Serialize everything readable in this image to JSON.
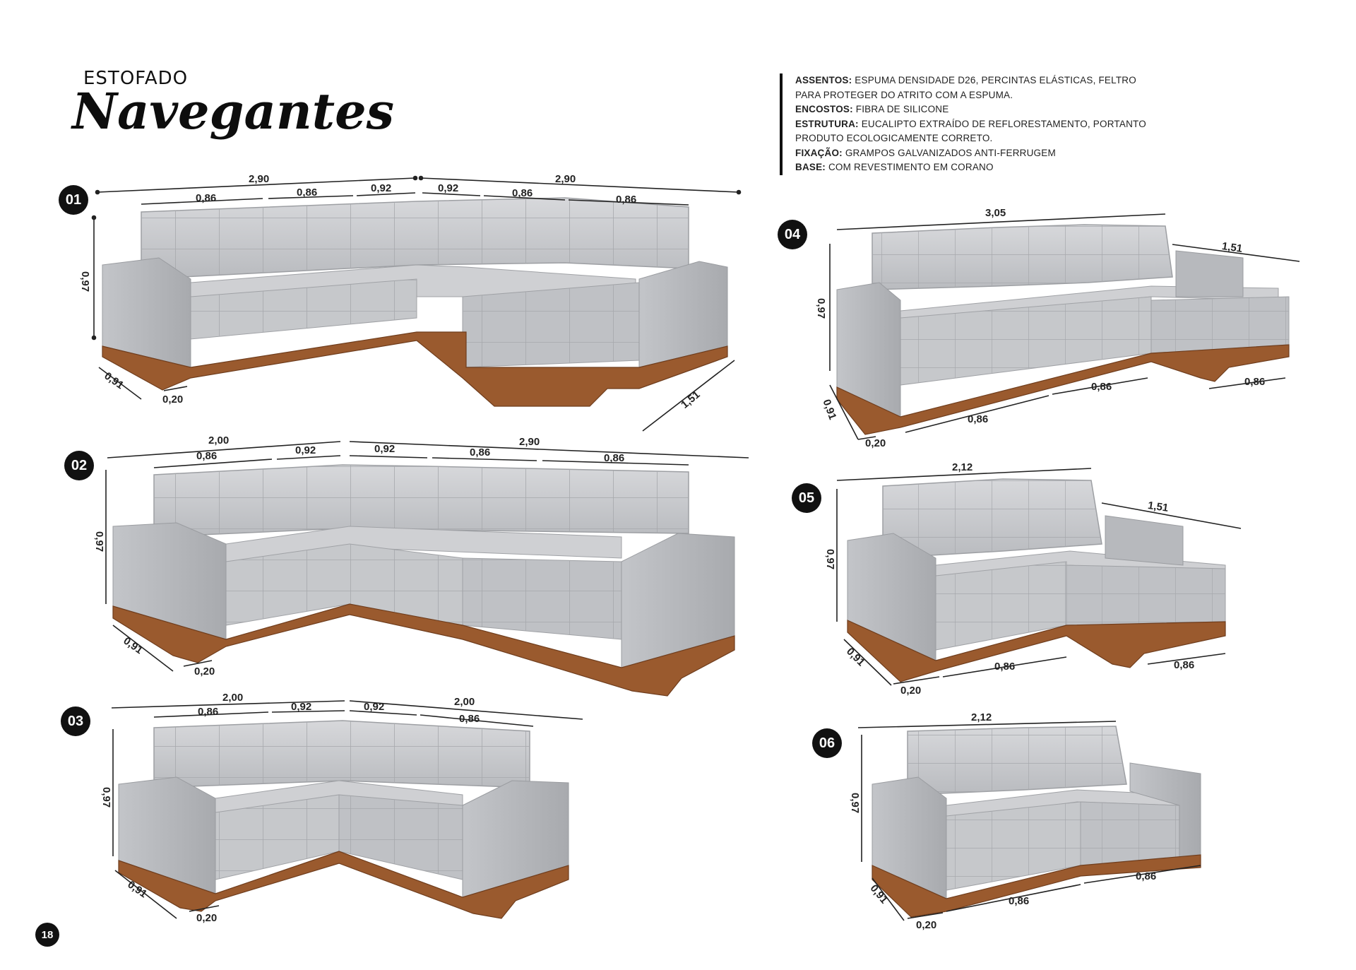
{
  "header": {
    "kicker": "ESTOFADO",
    "title": "Navegantes"
  },
  "specs": [
    {
      "key": "ASSENTOS:",
      "text": "ESPUMA DENSIDADE D26, PERCINTAS ELÁSTICAS, FELTRO"
    },
    {
      "key": "",
      "text": "PARA PROTEGER DO ATRITO COM A ESPUMA."
    },
    {
      "key": "ENCOSTOS:",
      "text": "FIBRA DE SILICONE"
    },
    {
      "key": "ESTRUTURA:",
      "text": "EUCALIPTO EXTRAÍDO DE REFLORESTAMENTO, PORTANTO"
    },
    {
      "key": "",
      "text": "PRODUTO ECOLOGICAMENTE CORRETO."
    },
    {
      "key": "FIXAÇÃO:",
      "text": "GRAMPOS GALVANIZADOS ANTI-FERRUGEM"
    },
    {
      "key": "BASE:",
      "text": "COM REVESTIMENTO EM CORANO"
    }
  ],
  "page_number": "18",
  "colors": {
    "fabric": "#c9cbce",
    "fabric_dark": "#a9abaf",
    "fabric_light": "#dcdde0",
    "wood": "#9a5a2e",
    "wood_dark": "#6f3d1d"
  },
  "models": [
    {
      "number": "01",
      "dims": {
        "total_left": "2,90",
        "total_right": "2,90",
        "seg1": "0,86",
        "seg2": "0,86",
        "seg3": "0,92",
        "seg4": "0,92",
        "seg5": "0,86",
        "seg6": "0,86",
        "height": "0,97",
        "depth": "0,91",
        "arm": "0,20",
        "chaise": "1,51"
      }
    },
    {
      "number": "02",
      "dims": {
        "total_left": "2,00",
        "total_right": "2,90",
        "seg1": "0,86",
        "seg2": "0,92",
        "seg3": "0,92",
        "seg4": "0,86",
        "seg5": "0,86",
        "height": "0,97",
        "depth": "0,91",
        "arm": "0,20"
      }
    },
    {
      "number": "03",
      "dims": {
        "total_left": "2,00",
        "total_right": "2,00",
        "seg1": "0,86",
        "seg2": "0,92",
        "seg3": "0,92",
        "seg4": "0,86",
        "height": "0,97",
        "depth": "0,91",
        "arm": "0,20"
      }
    },
    {
      "number": "04",
      "dims": {
        "total": "3,05",
        "chaise": "1,51",
        "height": "0,97",
        "depth": "0,91",
        "arm": "0,20",
        "seg1": "0,86",
        "seg2": "0,86",
        "seg3": "0,86"
      }
    },
    {
      "number": "05",
      "dims": {
        "total": "2,12",
        "chaise": "1,51",
        "height": "0,97",
        "depth": "0,91",
        "arm": "0,20",
        "seg1": "0,86",
        "seg2": "0,86"
      }
    },
    {
      "number": "06",
      "dims": {
        "total": "2,12",
        "height": "0,97",
        "depth": "0,91",
        "arm": "0,20",
        "seg1": "0,86",
        "seg2": "0,86"
      }
    }
  ]
}
